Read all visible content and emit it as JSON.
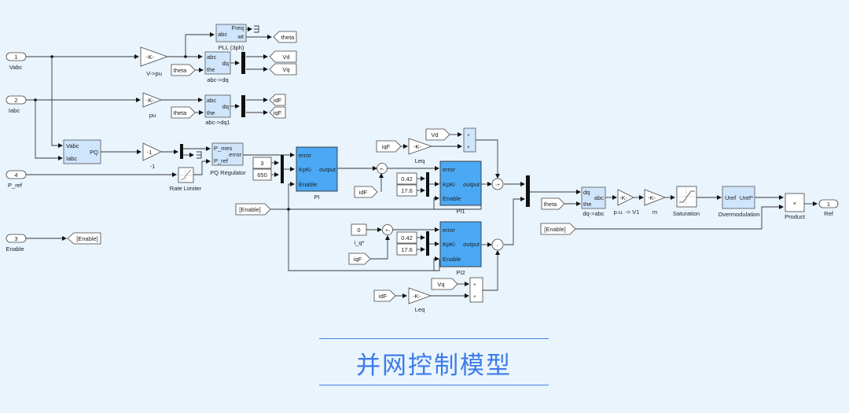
{
  "caption": "并网控制模型",
  "colors": {
    "background": "#e9f4fd",
    "pi_block": "#4aa8f4",
    "subsystem": "#cfe5fb",
    "caption": "#3d7bea"
  },
  "inports": [
    {
      "num": "1",
      "label": "Vabc"
    },
    {
      "num": "2",
      "label": "Iabc"
    },
    {
      "num": "4",
      "label": "P_ref"
    },
    {
      "num": "3",
      "label": "Enable"
    }
  ],
  "outport": {
    "num": "1",
    "label": "Ref"
  },
  "gains": {
    "v_to_pu": {
      "text": "-K-",
      "label": "V->pu"
    },
    "pu": {
      "text": "-K-",
      "label": "pu"
    },
    "neg1": {
      "text": "-1",
      "label": "-1"
    },
    "leq1": {
      "text": "-K-",
      "label": "Leq"
    },
    "leq2": {
      "text": "-K-",
      "label": "Leq"
    },
    "pu_v1": {
      "text": "-K-",
      "label": "p.u. -> V1"
    },
    "m": {
      "text": "-K-",
      "label": "m"
    }
  },
  "blocks": {
    "pll": {
      "in": "abc",
      "out1": "Freq",
      "out2": "wt",
      "label": "PLL (3ph)"
    },
    "abc_dq": {
      "in1": "abc",
      "in2": "the",
      "out": "dq",
      "label": "abc->dq"
    },
    "abc_dq1": {
      "in1": "abc",
      "in2": "the",
      "out": "dq",
      "label": "abc->dq1"
    },
    "pq": {
      "in1": "Vabc",
      "in2": "Iabc",
      "out": "PQ"
    },
    "pq_reg": {
      "in1": "P_mes",
      "in2": "P_ref",
      "out": "error",
      "label": "PQ Regulator"
    },
    "rate_limiter": {
      "label": "Rate Limiter"
    },
    "pi": {
      "in1": "error",
      "in2": "KpKi",
      "in3": "Enable",
      "out": "output",
      "label": "PI"
    },
    "pi1": {
      "in1": "error",
      "in2": "KpKi",
      "in3": "Enable",
      "out": "output",
      "label": "PI1"
    },
    "pi2": {
      "in1": "error",
      "in2": "KpKi",
      "in3": "Enable",
      "out": "output",
      "label": "PI2"
    },
    "dq_abc": {
      "in1": "dq",
      "in2": "the",
      "out": "abc",
      "label": "dq->abc"
    },
    "saturation": {
      "label": "Saturation"
    },
    "overmod": {
      "in": "Uref",
      "out": "Uref*",
      "label": "Overmodulation"
    },
    "product": {
      "text": "×",
      "label": "Product"
    }
  },
  "constants": {
    "pi_kp": "3",
    "pi_ki": "650",
    "pi1_kp": "0.42",
    "pi1_ki": "17.6",
    "pi2_kp": "0.42",
    "pi2_ki": "17.6",
    "iq_ref": "0",
    "iq_ref_label": "i_q*"
  },
  "tags": {
    "theta_out": "theta",
    "vd_out": "Vd",
    "vq_out": "Vq",
    "idf_out": "idF",
    "iqf_out": "iqF",
    "theta_in1": "theta",
    "theta_in2": "theta",
    "theta_in3": "theta",
    "enable_goto": "[Enable]",
    "enable_from1": "[Enable]",
    "enable_from2": "[Enable]",
    "iqf_in1": "iqF",
    "vd_in": "Vd",
    "idf_in1": "idF",
    "iqf_in2": "iqF",
    "vq_in": "Vq",
    "idf_in2": "idF"
  },
  "sum_signs": {
    "plus": "+",
    "minus": "-",
    "minus_plus": "-+",
    "plus_minus": "+-"
  }
}
